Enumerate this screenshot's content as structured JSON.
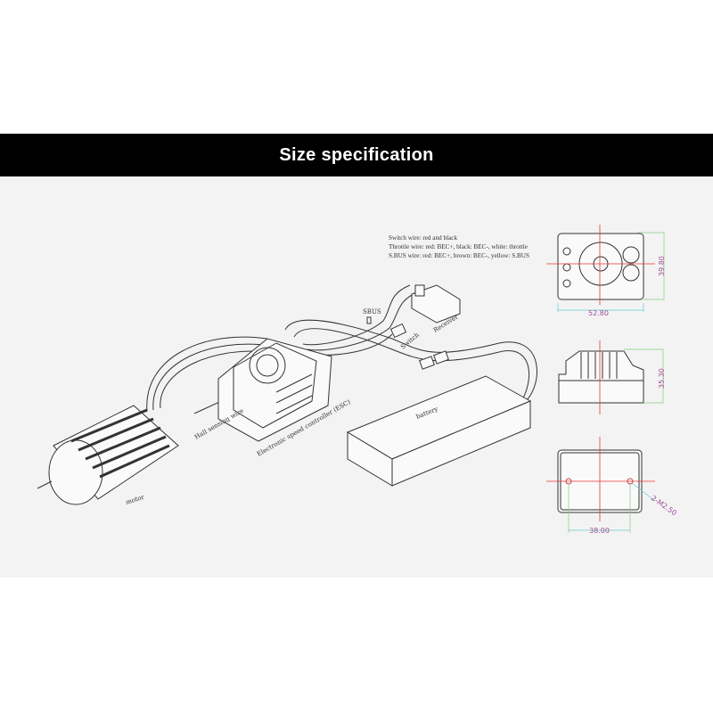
{
  "header": {
    "title": "Size specification"
  },
  "notes": [
    "Switch wire: red and black",
    "Throttle wire: red: BEC+, black: BEC-, white: throttle",
    "S.BUS wire: red: BEC+, brown: BEC-, yellow: S.BUS"
  ],
  "labels": {
    "sbus": "SBUS",
    "switch": "Switch",
    "receiver": "Receiver",
    "hall": "Hall sensing wire",
    "esc": "Electronic speed controller (ESC)",
    "battery": "battery",
    "motor": "motor"
  },
  "dimensions": {
    "top_width": "52.80",
    "top_height": "39.80",
    "side_height": "35.30",
    "hole_spacing": "38.00",
    "hole_spec": "2-M2.50"
  }
}
